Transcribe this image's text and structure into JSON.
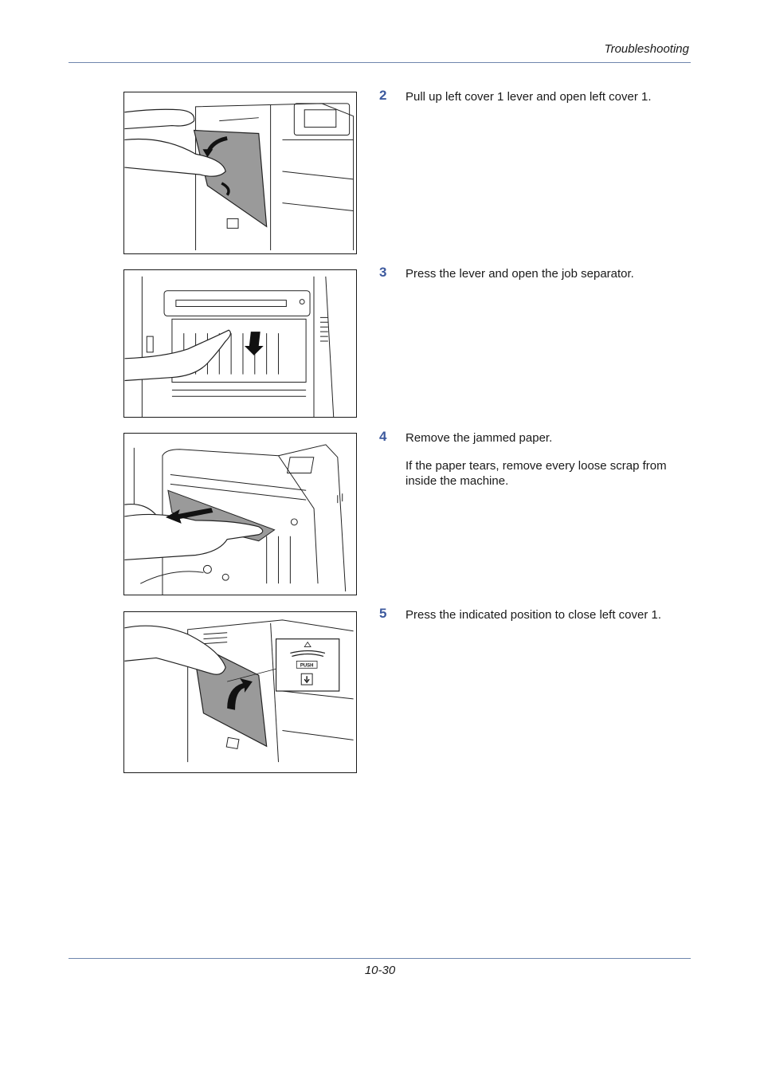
{
  "header": {
    "section": "Troubleshooting"
  },
  "footer": {
    "page_number": "10-30"
  },
  "steps": [
    {
      "number": "2",
      "text": "Pull up left cover 1 lever and open left cover 1."
    },
    {
      "number": "3",
      "text": "Press the lever and open the job separator."
    },
    {
      "number": "4",
      "text": "Remove the jammed paper.",
      "note": "If the paper tears, remove every loose scrap from inside the machine."
    },
    {
      "number": "5",
      "text": "Press the indicated position to close left cover 1.",
      "figure_label": "PUSH"
    }
  ],
  "colors": {
    "accent": "#3d5a9e",
    "rule": "#6f86ad"
  }
}
